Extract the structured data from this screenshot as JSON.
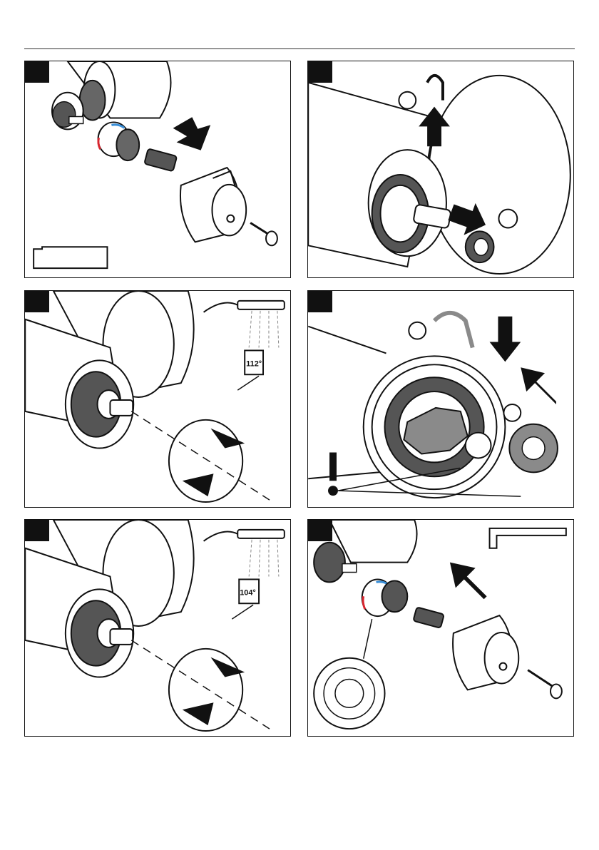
{
  "steps": [
    {
      "id": 1,
      "display": ""
    },
    {
      "id": 2,
      "display": ""
    },
    {
      "id": 3,
      "display": "112°"
    },
    {
      "id": 4,
      "display": ""
    },
    {
      "id": 5,
      "display": "104°"
    },
    {
      "id": 6,
      "display": ""
    }
  ],
  "colors": {
    "line": "#111111",
    "hot_mark": "#d8262f",
    "cold_mark": "#3a8fd8",
    "gray_part": "#8a8a8a"
  },
  "icons": [
    "allen-key-icon",
    "arrow-icon",
    "rotate-arrow-icon",
    "shower-head-icon",
    "thermometer-icon",
    "circle-callout-icon",
    "warning-exclamation-icon"
  ]
}
